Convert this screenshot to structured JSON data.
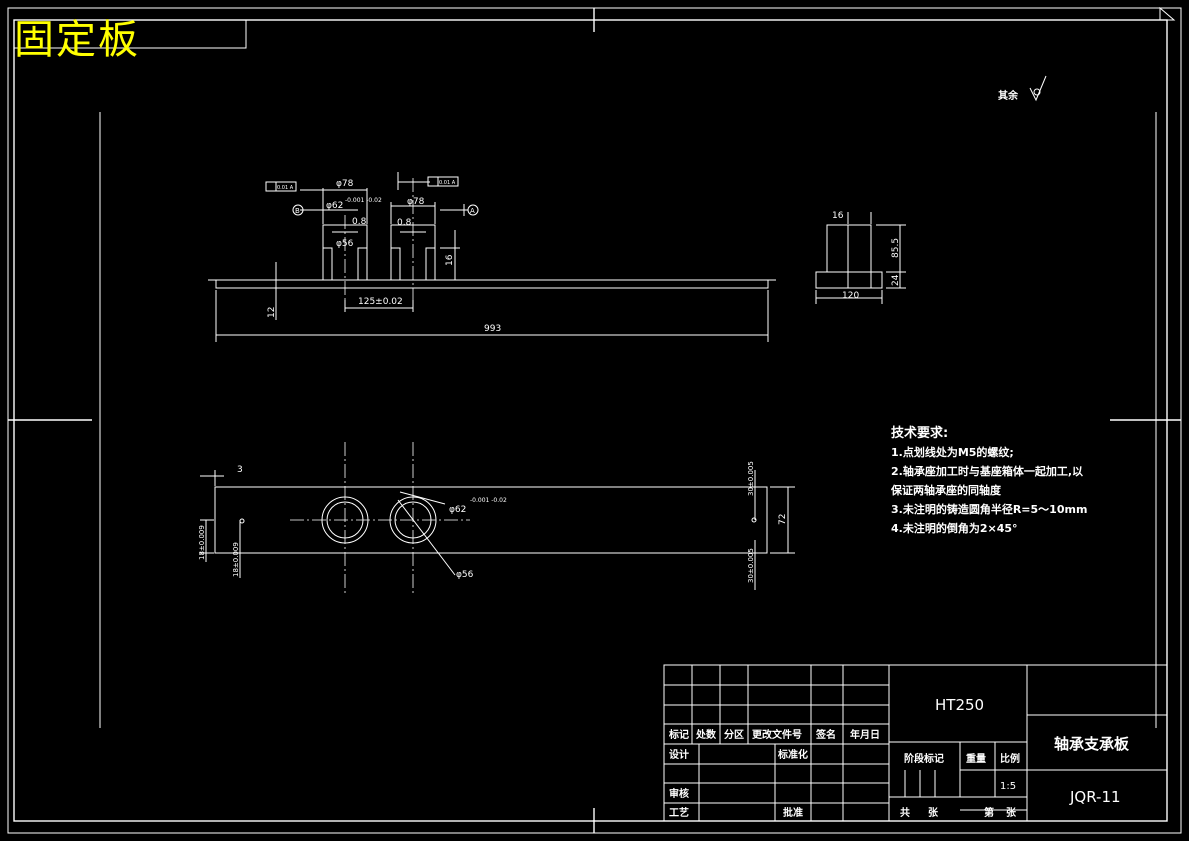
{
  "drawing_title": "固定板",
  "roughness_note": "其余",
  "front_view": {
    "dim_d78_left": "φ78",
    "dim_d62_left": "φ62",
    "tol_d62_left": "-0.001 -0.02",
    "dim_d78_right": "φ78",
    "dim_d56": "φ56",
    "dim_16": "16",
    "dim_12": "12",
    "dim_125": "125±0.02",
    "dim_993": "993",
    "ra_left": "0.8",
    "ra_right": "0.8",
    "datum_left": "B",
    "datum_right": "A",
    "gdt_left": "0.01 A",
    "gdt_right": "0.01 A"
  },
  "side_view": {
    "dim_16": "16",
    "dim_85_5": "85.5",
    "dim_24": "24",
    "dim_120": "120"
  },
  "top_view": {
    "dim_3": "3",
    "dim_30_top": "30±0.005",
    "dim_72": "72",
    "dim_30_bottom": "30±0.005",
    "dim_18_left": "18±0.009",
    "dim_18_inner": "18±0.009",
    "dim_d62": "φ62",
    "tol_d62": "-0.001 -0.02",
    "dim_d56": "φ56"
  },
  "tech_req": {
    "heading": "技术要求:",
    "item1": "1.点划线处为M5的螺纹;",
    "item2a": "2.轴承座加工时与基座箱体一起加工,以",
    "item2b": "保证两轴承座的同轴度",
    "item3": "3.未注明的铸造圆角半径R=5～10mm",
    "item4": "4.未注明的倒角为2×45°"
  },
  "title_block": {
    "material": "HT250",
    "part_name": "轴承支承板",
    "drawing_no": "JQR-11",
    "h_biaoji": "标记",
    "h_chushu": "处数",
    "h_fenqu": "分区",
    "h_gengai": "更改文件号",
    "h_qianming": "签名",
    "h_riqi": "年月日",
    "sheji": "设计",
    "biaozhunhua": "标准化",
    "shenhe": "审核",
    "gongyi": "工艺",
    "pizhun": "批准",
    "jieduan": "阶段标记",
    "zhongliang": "重量",
    "bili": "比例",
    "scale": "1:5",
    "gong": "共",
    "zhang1": "张",
    "di": "第",
    "zhang2": "张"
  }
}
